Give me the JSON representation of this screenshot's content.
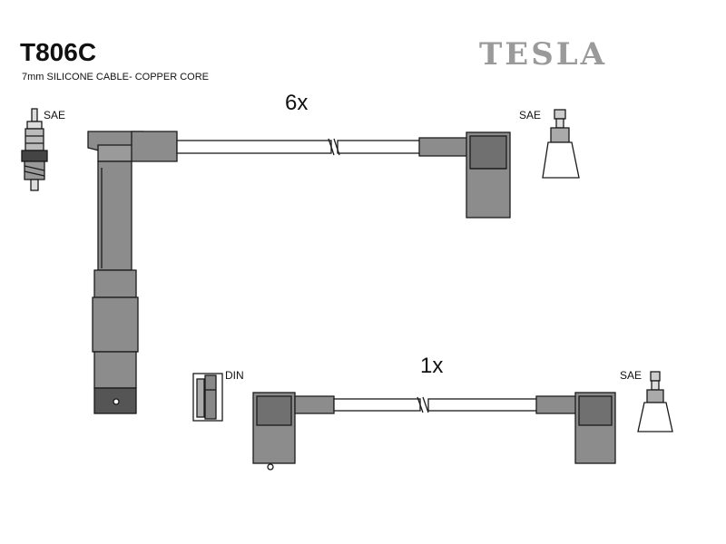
{
  "header": {
    "part_number": "T806C",
    "spec": "7mm SILICONE CABLE- COPPER CORE",
    "brand": "TESLA"
  },
  "upper_set": {
    "quantity": "6x",
    "left_terminal": "SAE",
    "right_terminal": "SAE"
  },
  "lower_set": {
    "quantity": "1x",
    "left_terminal": "DIN",
    "right_terminal": "SAE"
  },
  "colors": {
    "boot": "#8c8c8c",
    "boot_dark": "#5a5a5a",
    "cable": "#ffffff",
    "outline": "#1a1a1a",
    "brand": "#9a9a9a"
  }
}
